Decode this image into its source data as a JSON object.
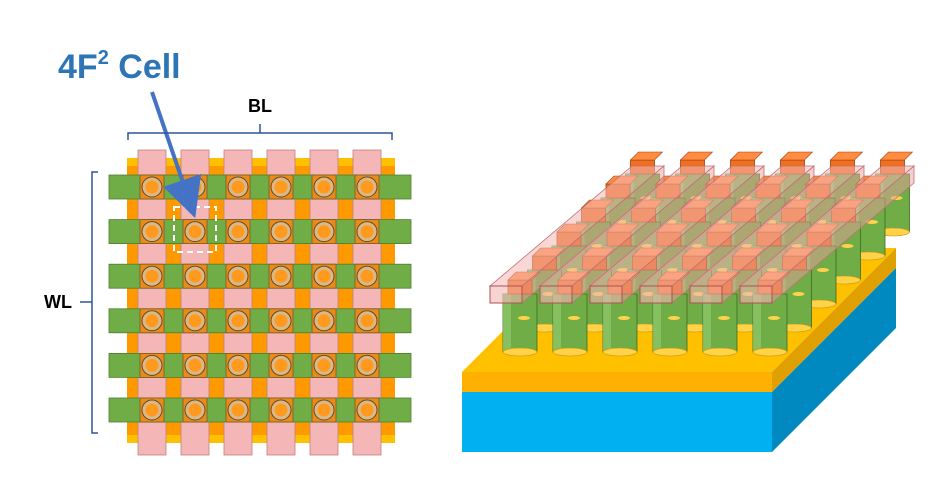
{
  "title": {
    "main": "4F",
    "superscript": "2",
    "suffix": " Cell"
  },
  "labels": {
    "bitline": "BL",
    "wordline": "WL"
  },
  "colors": {
    "title": "#2E75B6",
    "bracket": "#2F5597",
    "pillar_orange": "#FF9900",
    "bitline_pink": "#F4B6B6",
    "wordline_green": "#70AD47",
    "substrate_yellow": "#FFC000",
    "substrate_blue": "#00B0F0",
    "contact_orange": "#F07020",
    "cell_marker": "#FFFFFF"
  },
  "grid": {
    "rows": 6,
    "columns": 6,
    "highlighted_cell": {
      "row": 2,
      "column": 2
    }
  }
}
